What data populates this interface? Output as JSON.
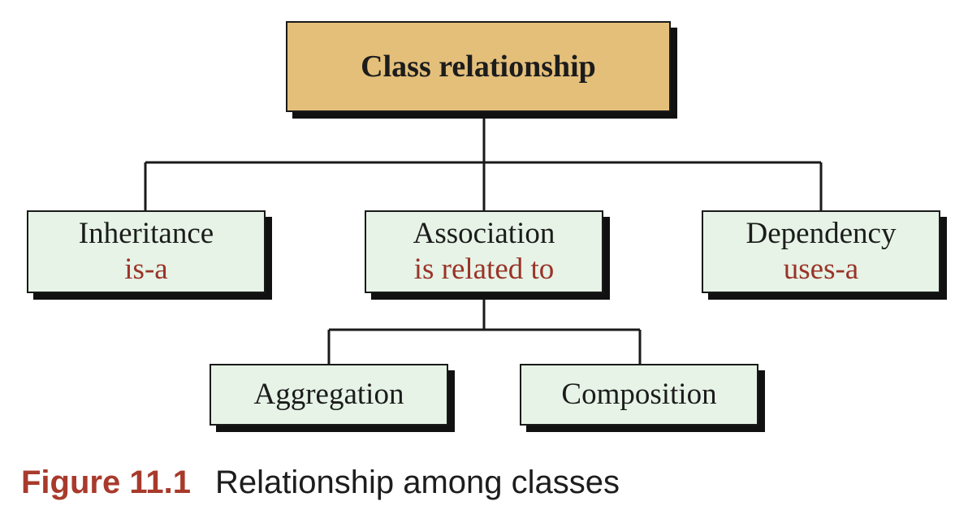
{
  "diagram": {
    "root": {
      "label": "Class relationship"
    },
    "children": [
      {
        "label": "Inheritance",
        "relation": "is-a"
      },
      {
        "label": "Association",
        "relation": "is related to"
      },
      {
        "label": "Dependency",
        "relation": "uses-a"
      }
    ],
    "association_children": [
      {
        "label": "Aggregation"
      },
      {
        "label": "Composition"
      }
    ]
  },
  "caption": {
    "number": "Figure 11.1",
    "text": "Relationship among classes"
  },
  "colors": {
    "root_fill": "#e3bf7a",
    "node_fill": "#e6f3e6",
    "relation_text": "#9a3328",
    "caption_number": "#a83a2c"
  }
}
